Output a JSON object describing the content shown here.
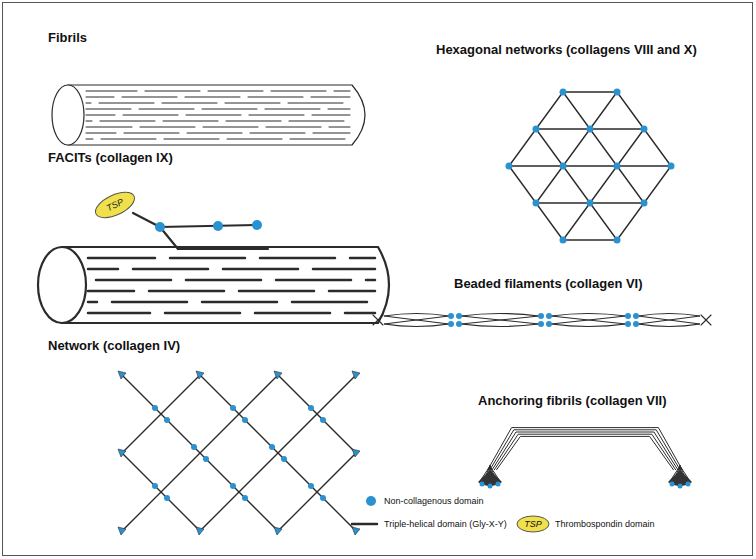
{
  "diagram": {
    "nodes": [
      {
        "text": [
          "TSP"
        ]
      }
    ],
    "labels": [
      "Fibrils",
      "Hexagonal networks (collagens VIII and X)",
      "FACITs (collagen IX)",
      "Beaded filaments (collagen VI)",
      "Network (collagen IV)",
      "Anchoring fibrils (collagen VII)",
      "TSP"
    ],
    "legend": [
      {
        "text": "Non-collagenous domain",
        "color": "#2a92d0"
      },
      {
        "text": "Triple-helical domain (Gly-X-Y)"
      },
      {
        "text": "Thrombospondin domain"
      }
    ]
  }
}
